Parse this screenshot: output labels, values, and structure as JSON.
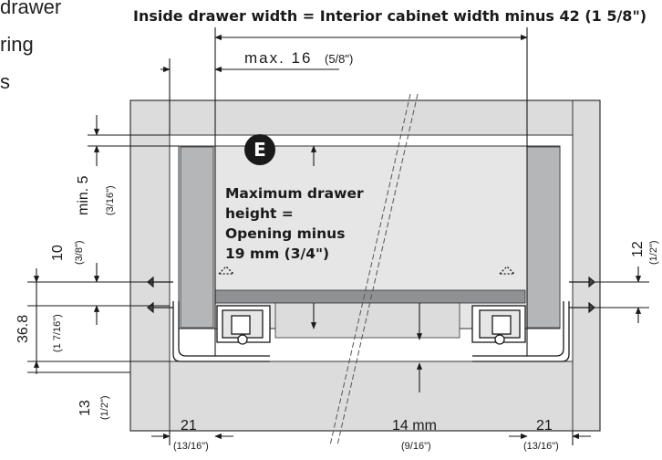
{
  "side_text": [
    "drawer",
    "ring",
    "s"
  ],
  "title": "Inside drawer width = Interior cabinet width minus 42 (1 5/8\")",
  "max_label": "max. 16",
  "max_frac": "(5/8\")",
  "badge": "E",
  "max_height_lines": [
    "Maximum drawer",
    "height =",
    "Opening minus",
    "19 mm (3/4\")"
  ],
  "left_dims": {
    "min5": "min. 5",
    "min5_frac": "(3/16\")",
    "ten": "10",
    "ten_frac": "(3/8\")",
    "h368": "36.8",
    "h368_frac": "(1 7/16\")",
    "thirteen": "13",
    "thirteen_frac": "(1/2\")"
  },
  "right_dims": {
    "twelve": "12",
    "twelve_frac": "(1/2\")"
  },
  "bottom_dims": {
    "left_21": "21",
    "left_21_frac": "(13/16\")",
    "center_14": "14 mm",
    "center_14_frac": "(9/16\")",
    "right_21": "21",
    "right_21_frac": "(13/16\")"
  },
  "colors": {
    "cabinet": "#dcdcdc",
    "side_panel": "#b4b6b8",
    "drawer_box": "#e6e6e6",
    "drawer_bottom": "#8f9194",
    "line": "#1a1a1a"
  }
}
